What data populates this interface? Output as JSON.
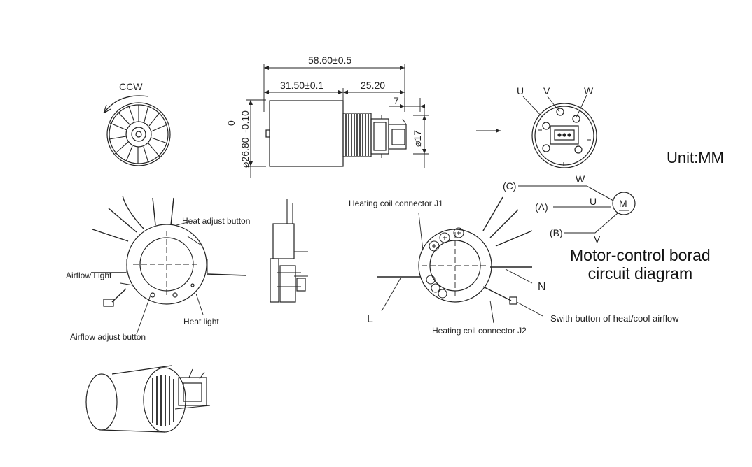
{
  "unit": "Unit:MM",
  "rotation": "CCW",
  "dimensions": {
    "overall_length": "58.60±0.5",
    "body_length": "31.50±0.1",
    "connector_length": "25.20",
    "tip_length": "7",
    "body_diameter": "⌀26.80",
    "body_tolerance_upper": "0",
    "body_tolerance_lower": "-0.10",
    "tip_diameter": "⌀17"
  },
  "phases": {
    "u": "U",
    "v": "V",
    "w": "W"
  },
  "circuit": {
    "title_line1": "Motor-control borad",
    "title_line2": "circuit diagram",
    "motor_symbol": "M",
    "terminal_c": "(C)",
    "terminal_a": "(A)",
    "terminal_b": "(B)",
    "wire_w": "W",
    "wire_u": "U",
    "wire_v": "V"
  },
  "board_left": {
    "heat_adjust_button": "Heat adjust button",
    "airflow_light": "Airflow Light",
    "heat_light": "Heat  light",
    "airflow_adjust_button": "Airflow adjust button"
  },
  "board_right": {
    "heating_coil_j1": "Heating coil connector J1",
    "heating_coil_j2": "Heating coil connector J2",
    "terminal_l": "L",
    "terminal_n": "N",
    "switch_button": "Swith button of heat/cool airflow"
  }
}
